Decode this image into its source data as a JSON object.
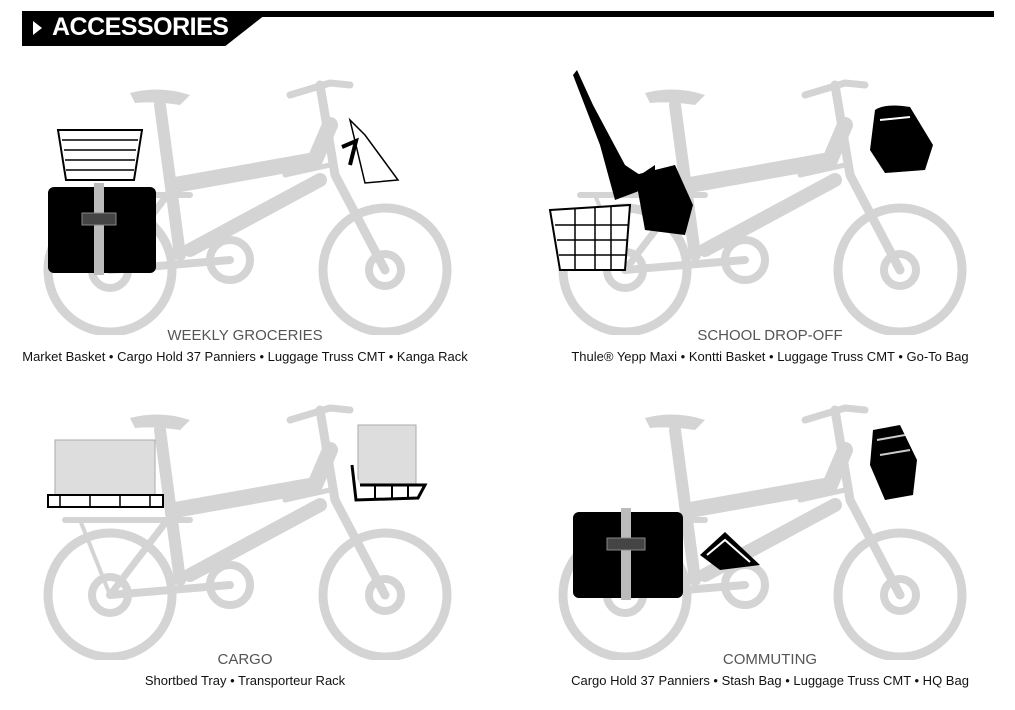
{
  "header": {
    "title": "ACCESSORIES",
    "icon": "triangle-right-icon"
  },
  "setups": [
    {
      "title": "WEEKLY GROCERIES",
      "items": "Market Basket • Cargo Hold 37 Panniers • Luggage Truss CMT • Kanga Rack"
    },
    {
      "title": "SCHOOL DROP-OFF",
      "items": "Thule® Yepp Maxi • Kontti Basket • Luggage Truss CMT • Go-To Bag"
    },
    {
      "title": "CARGO",
      "items": "Shortbed Tray  • Transporteur Rack"
    },
    {
      "title": "COMMUTING",
      "items": "Cargo Hold 37 Panniers • Stash Bag • Luggage Truss CMT • HQ Bag"
    }
  ],
  "colors": {
    "bike": "#d4d4d4",
    "accessory": "#000000",
    "caption_title": "#555555"
  }
}
